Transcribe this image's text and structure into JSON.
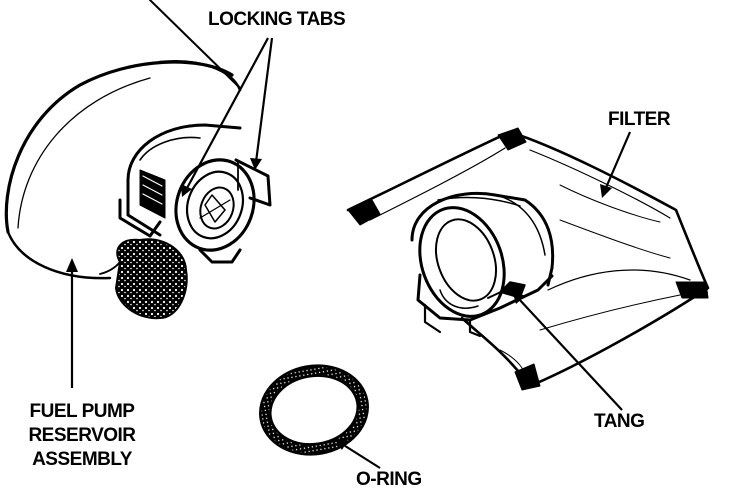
{
  "diagram": {
    "labels": {
      "locking_tabs": "LOCKING TABS",
      "filter": "FILTER",
      "tang": "TANG",
      "o_ring": "O-RING",
      "fuel_pump_reservoir_assembly": [
        "FUEL PUMP",
        "RESERVOIR",
        "ASSEMBLY"
      ]
    },
    "colors": {
      "ink": "#000000",
      "paper": "#ffffff"
    }
  }
}
